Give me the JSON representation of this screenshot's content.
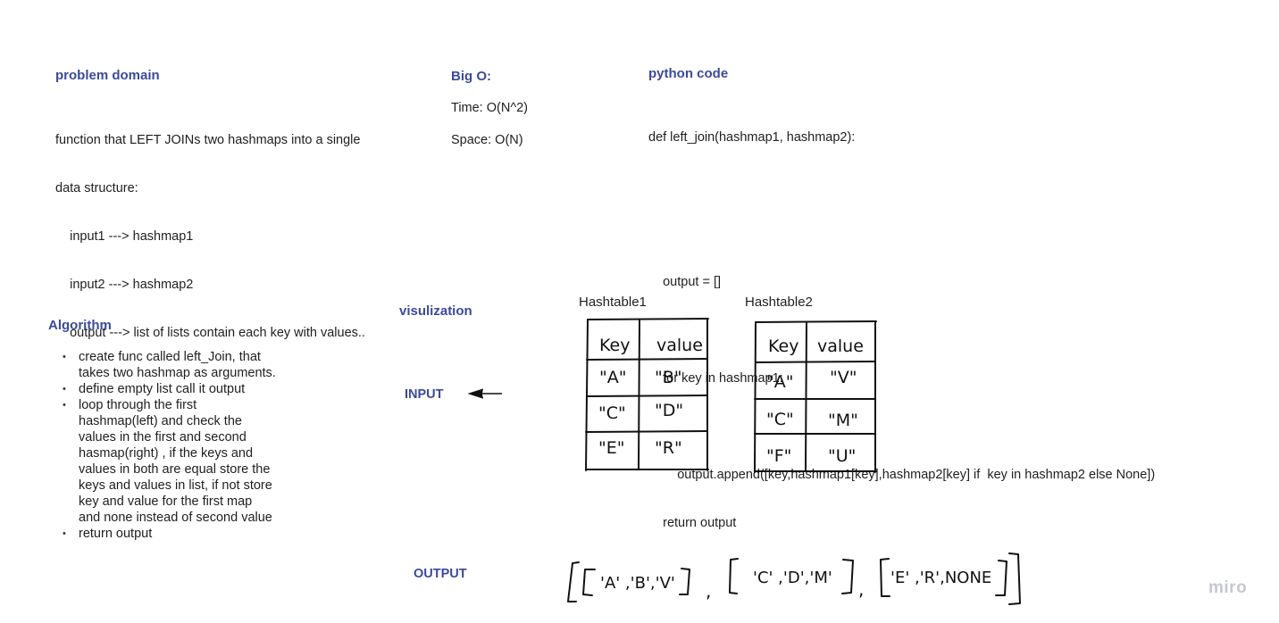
{
  "problem": {
    "heading": "problem domain",
    "lines": [
      "function that LEFT JOINs two hashmaps into a single",
      "data structure:",
      "    input1 ---> hashmap1",
      "    input2 ---> hashmap2",
      "    output ---> list of lists contain each key with values.."
    ]
  },
  "bigo": {
    "heading": "Big O:",
    "time": "Time: O(N^2)",
    "space": "Space: O(N)"
  },
  "code": {
    "heading": "python code",
    "lines": [
      "def left_join(hashmap1, hashmap2):",
      "",
      "",
      "    output = []",
      "",
      "    for key in hashmap1:",
      "",
      "        output.append([key,hashmap1[key],hashmap2[key] if  key in hashmap2 else None])",
      "    return output"
    ]
  },
  "algorithm": {
    "heading": "Algorithm",
    "items": [
      "create func called left_Join, that takes two hashmap as arguments.",
      "define empty list call it output",
      "loop through the first hashmap(left)  and check the values in the first and second hasmap(right) , if the keys and values in both are equal  store the keys and values in list, if not store key and value for the first map and none instead of second value",
      "return output"
    ]
  },
  "visual": {
    "heading": "visulization",
    "input_label": "INPUT",
    "output_label": "OUTPUT",
    "hashtable1": {
      "title": "Hashtable1",
      "header": [
        "Key",
        "value"
      ],
      "rows": [
        [
          "\"A\"",
          "\"B\""
        ],
        [
          "\"C\"",
          "\"D\""
        ],
        [
          "\"E\"",
          "\"R\""
        ]
      ]
    },
    "hashtable2": {
      "title": "Hashtable2",
      "header": [
        "Key",
        "value"
      ],
      "rows": [
        [
          "\"A\"",
          "\"V\""
        ],
        [
          "\"C\"",
          "\"M\""
        ],
        [
          "\"F\"",
          "\"U\""
        ]
      ]
    },
    "output_items": [
      "'A' ,'B','V'",
      "'C' ,'D','M'",
      "'E' ,'R',NONE"
    ],
    "separator": ","
  },
  "watermark": "miro"
}
